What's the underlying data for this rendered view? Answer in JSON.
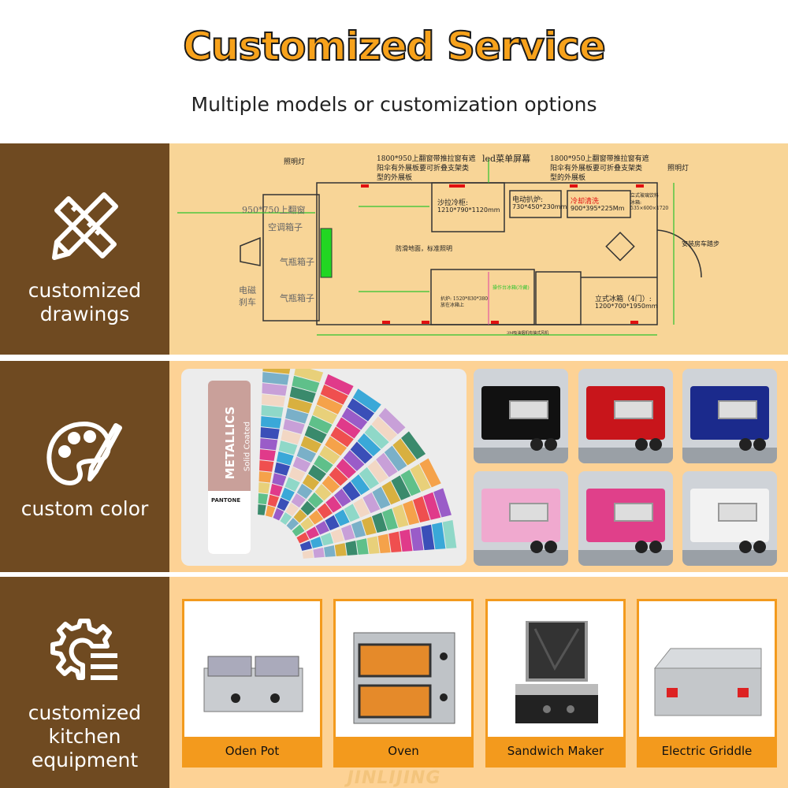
{
  "header": {
    "title": "Customized Service",
    "subtitle": "Multiple models or customization options"
  },
  "sections": [
    {
      "label_lines": [
        "customized",
        "drawings"
      ],
      "icon": "ruler-pencil-icon"
    },
    {
      "label_lines": [
        "custom color"
      ],
      "icon": "palette-brush-icon"
    },
    {
      "label_lines": [
        "customized",
        "kitchen",
        "equipment"
      ],
      "icon": "gear-list-icon"
    }
  ],
  "drawing": {
    "labels": {
      "light_left": "照明灯",
      "light_right": "照明灯",
      "window_left": "1800*950上翻窗带推拉窗有遮",
      "window_left2": "阳伞有外展板要可折叠支架类",
      "window_left3": "型的外展板",
      "led": "led菜单屏幕",
      "window_right": "1800*950上翻窗带推拉窗有遮",
      "window_right2": "阳伞有外展板要可折叠支架类",
      "window_right3": "型的外展板",
      "side_window": "950*750上翻窗",
      "ac_box": "空调箱子",
      "gas_box1": "气瓶箱子",
      "gas_box2": "气瓶箱子",
      "brake": "电磁",
      "brake2": "刹车",
      "salad": "沙拉冷柜:",
      "salad_dim": "1210*790*1120mm",
      "fryer": "电动扒炉:",
      "fryer_dim": "730*450*230mm",
      "sink": "冷却清洗",
      "sink_dim": "900*395*225Mm",
      "showcase": "立式玻璃饮料",
      "showcase2": "冰箱:",
      "showcase_dim": "535×600×1720",
      "floor": "防滑地面，标准照明",
      "griddle": "扒炉: 1520*830*380",
      "griddle2": "放在冰箱上",
      "fridge_under": "操作台冰箱(冷藏)",
      "fridge": "立式冰箱（4门）:",
      "fridge_dim": "1200*700*1950mm",
      "step": "安装房车踏步",
      "fan": "3M吸油烟机有抽式风机"
    }
  },
  "colors": {
    "brand_orange": "#f39a1d",
    "panel_brown": "#6f4a21",
    "background": "#fdd295"
  },
  "pantone": {
    "brand": "PANTONE",
    "title": "METALLICS",
    "subtitle": "Solid Coated"
  },
  "trucks": [
    {
      "color": "#111111"
    },
    {
      "color": "#c8151b"
    },
    {
      "color": "#1b2a8c"
    },
    {
      "color": "#f0a9cf"
    },
    {
      "color": "#e0408a"
    },
    {
      "color": "#f2f2f2"
    }
  ],
  "equipment": [
    {
      "label": "Oden Pot"
    },
    {
      "label": "Oven"
    },
    {
      "label": "Sandwich Maker"
    },
    {
      "label": "Electric Griddle"
    }
  ],
  "footer": {
    "logo": "JINLIJING"
  }
}
